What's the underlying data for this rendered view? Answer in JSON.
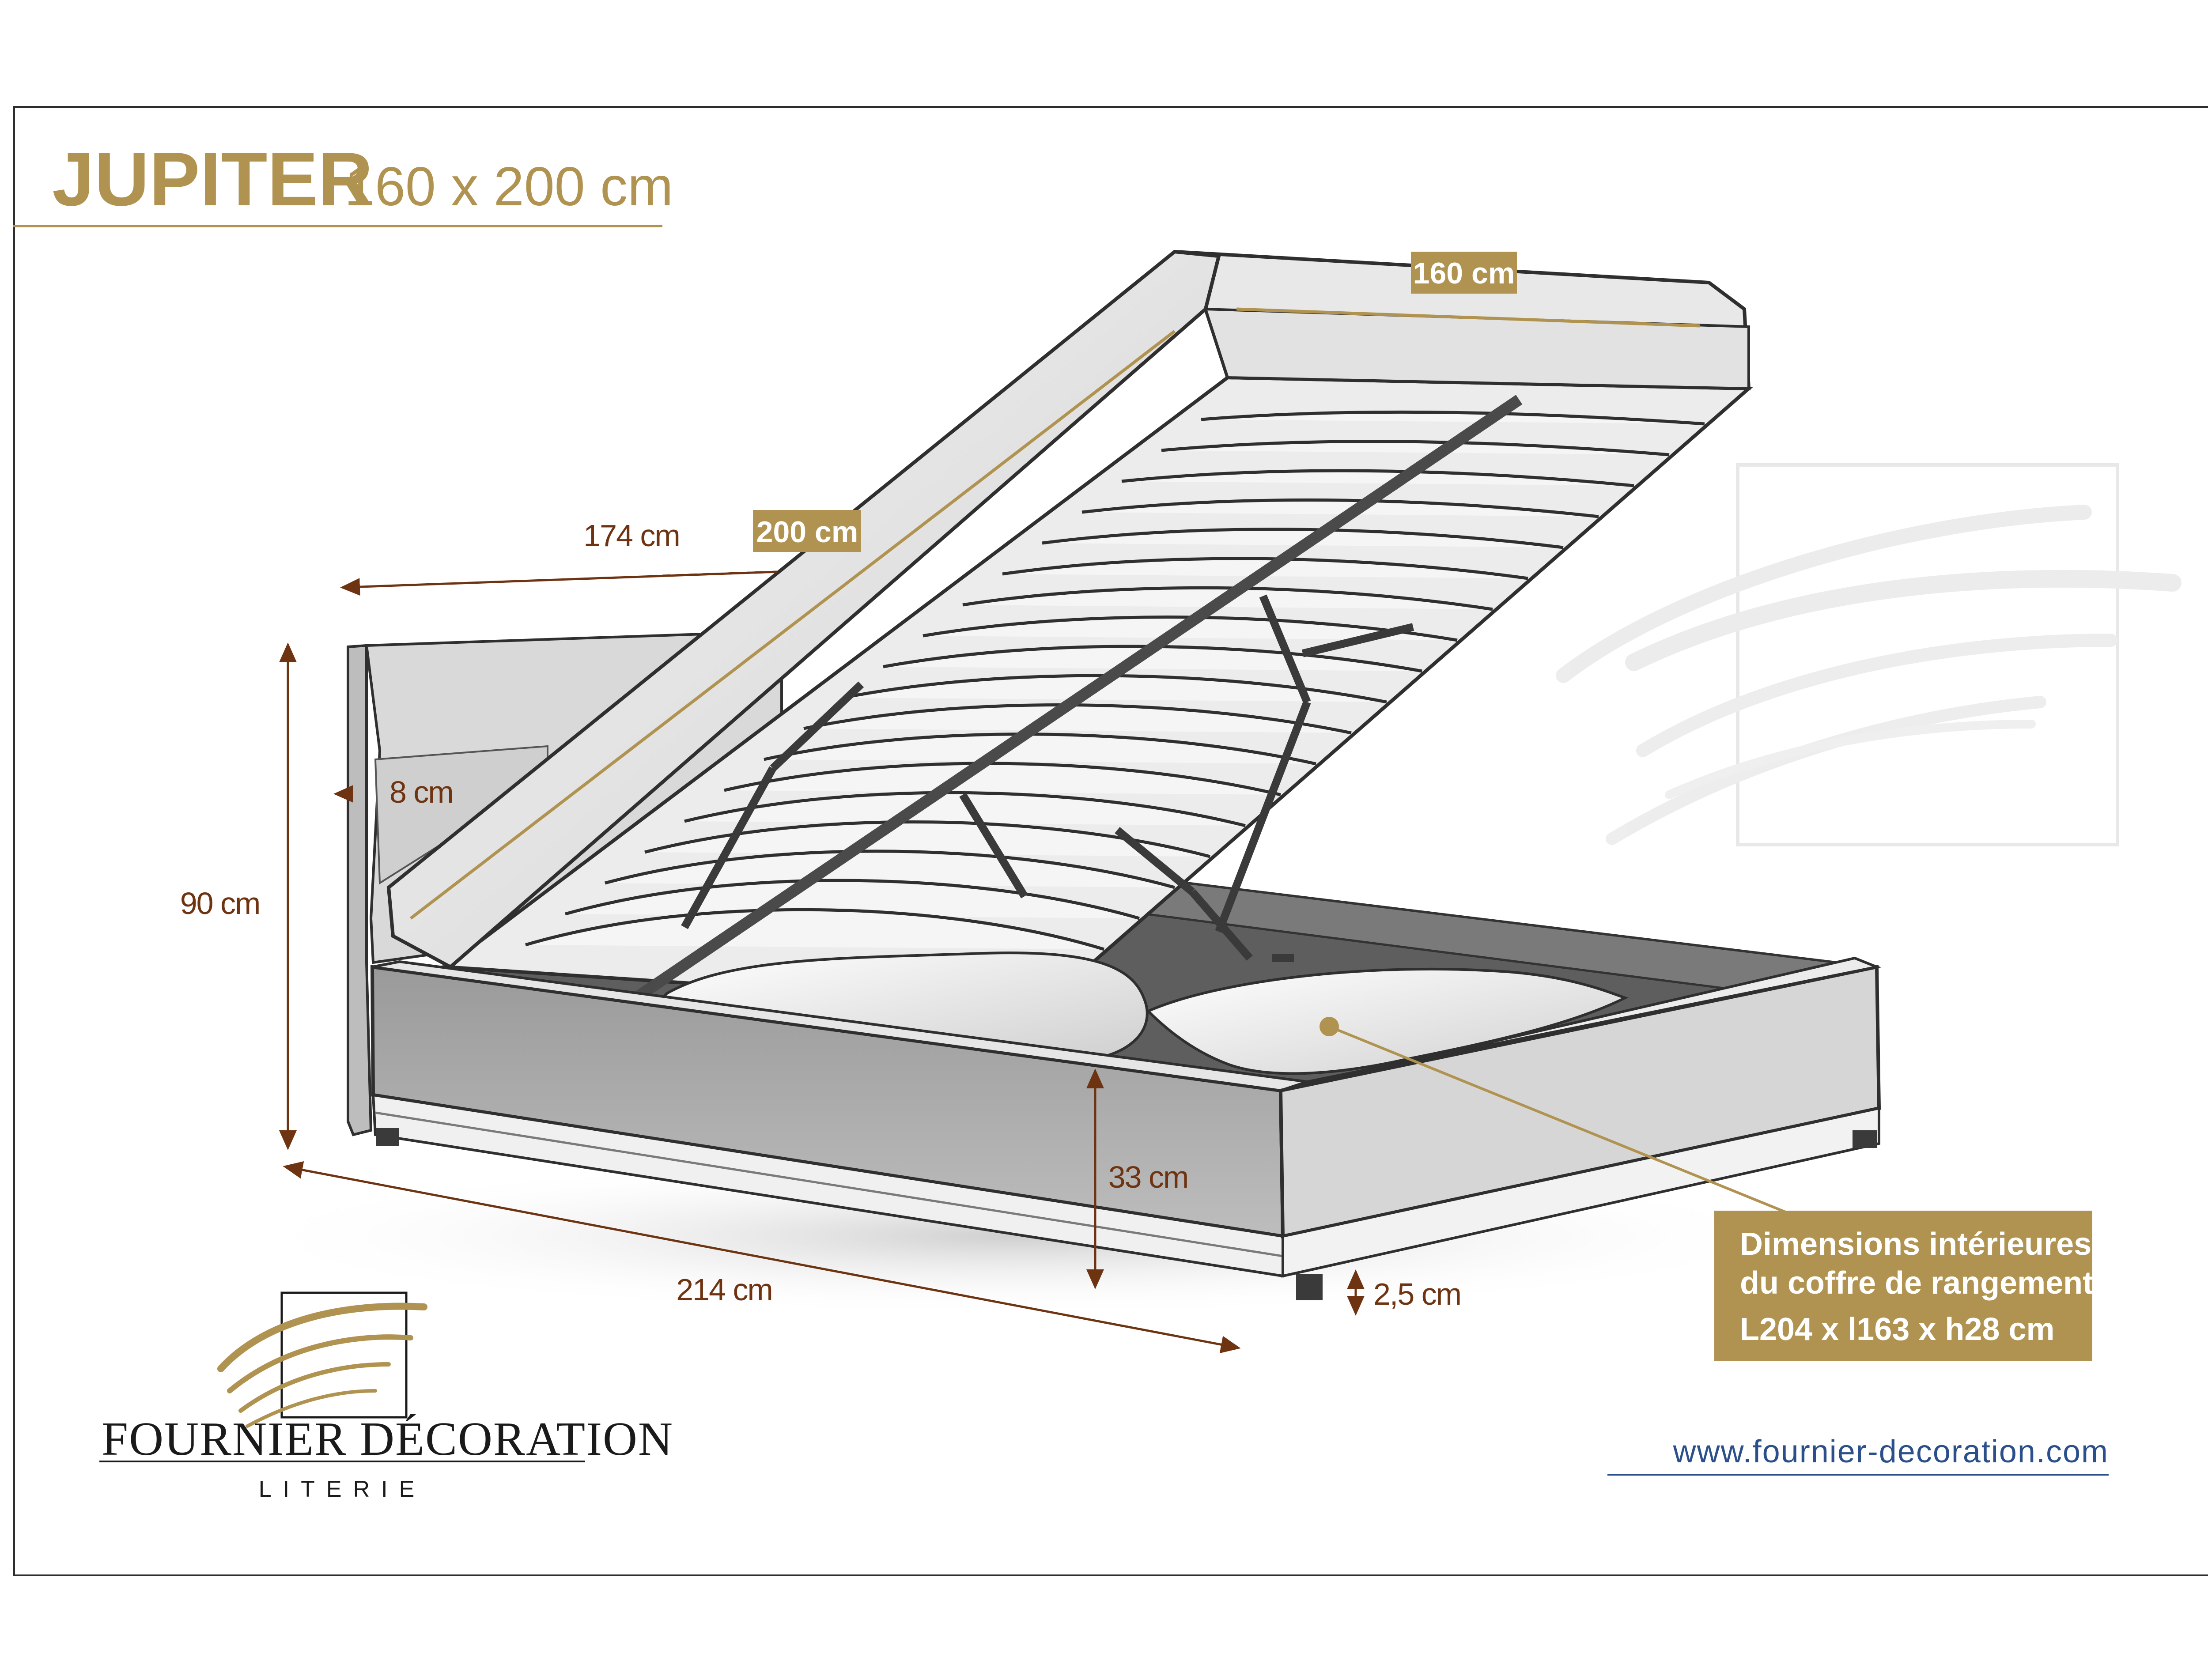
{
  "title": {
    "name": "JUPITER",
    "size": "160 x 200 cm"
  },
  "dimensions": {
    "width_head": "160 cm",
    "length_frame": "200 cm",
    "opening": "174 cm",
    "headboard_thickness": "8 cm",
    "height": "90 cm",
    "side_height": "33 cm",
    "length_total": "214 cm",
    "foot_height": "2,5 cm"
  },
  "info_box": {
    "line1": "Dimensions intérieures",
    "line2": "du coffre de rangement :",
    "line3": "L204 x l163 x h28 cm"
  },
  "brand": {
    "name": "FOURNIER DÉCORATION",
    "sub": "LITERIE"
  },
  "url": "www.fournier-decoration.com",
  "colors": {
    "gold": "#b09350",
    "brown": "#6e3412",
    "frame": "#2e2e2e",
    "link": "#2a4f8a"
  },
  "icons": [
    "bed-illustration",
    "brush-stroke-watermark",
    "brand-logo-mark"
  ]
}
